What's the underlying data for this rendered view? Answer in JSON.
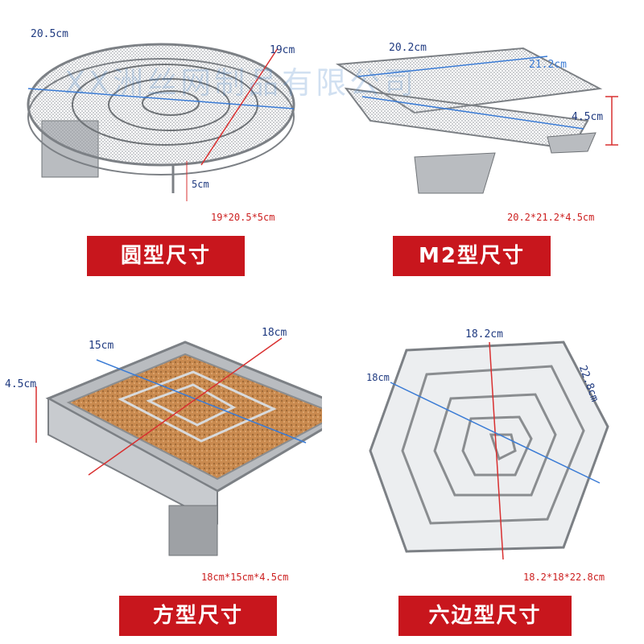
{
  "watermark": "XX洲丝网制品有限公司",
  "colors": {
    "banner": "#c8161d",
    "spec": "#cc1f1f",
    "dim": "#1f3a80",
    "mesh": "#8a8d90",
    "chips": "#c98a4f"
  },
  "products": [
    {
      "banner": "圆型尺寸",
      "spec": "19*20.5*5cm",
      "dims": {
        "a": "20.5cm",
        "b": "19cm",
        "c": "5cm"
      }
    },
    {
      "banner": "M2型尺寸",
      "spec": "20.2*21.2*4.5cm",
      "dims": {
        "a": "20.2cm",
        "b": "21.2cm",
        "c": "4.5cm"
      }
    },
    {
      "banner": "方型尺寸",
      "spec": "18cm*15cm*4.5cm",
      "dims": {
        "a": "15cm",
        "b": "18cm",
        "c": "4.5cm"
      }
    },
    {
      "banner": "六边型尺寸",
      "spec": "18.2*18*22.8cm",
      "dims": {
        "a": "18.2cm",
        "b": "18cm",
        "c": "22.8cm"
      }
    }
  ]
}
